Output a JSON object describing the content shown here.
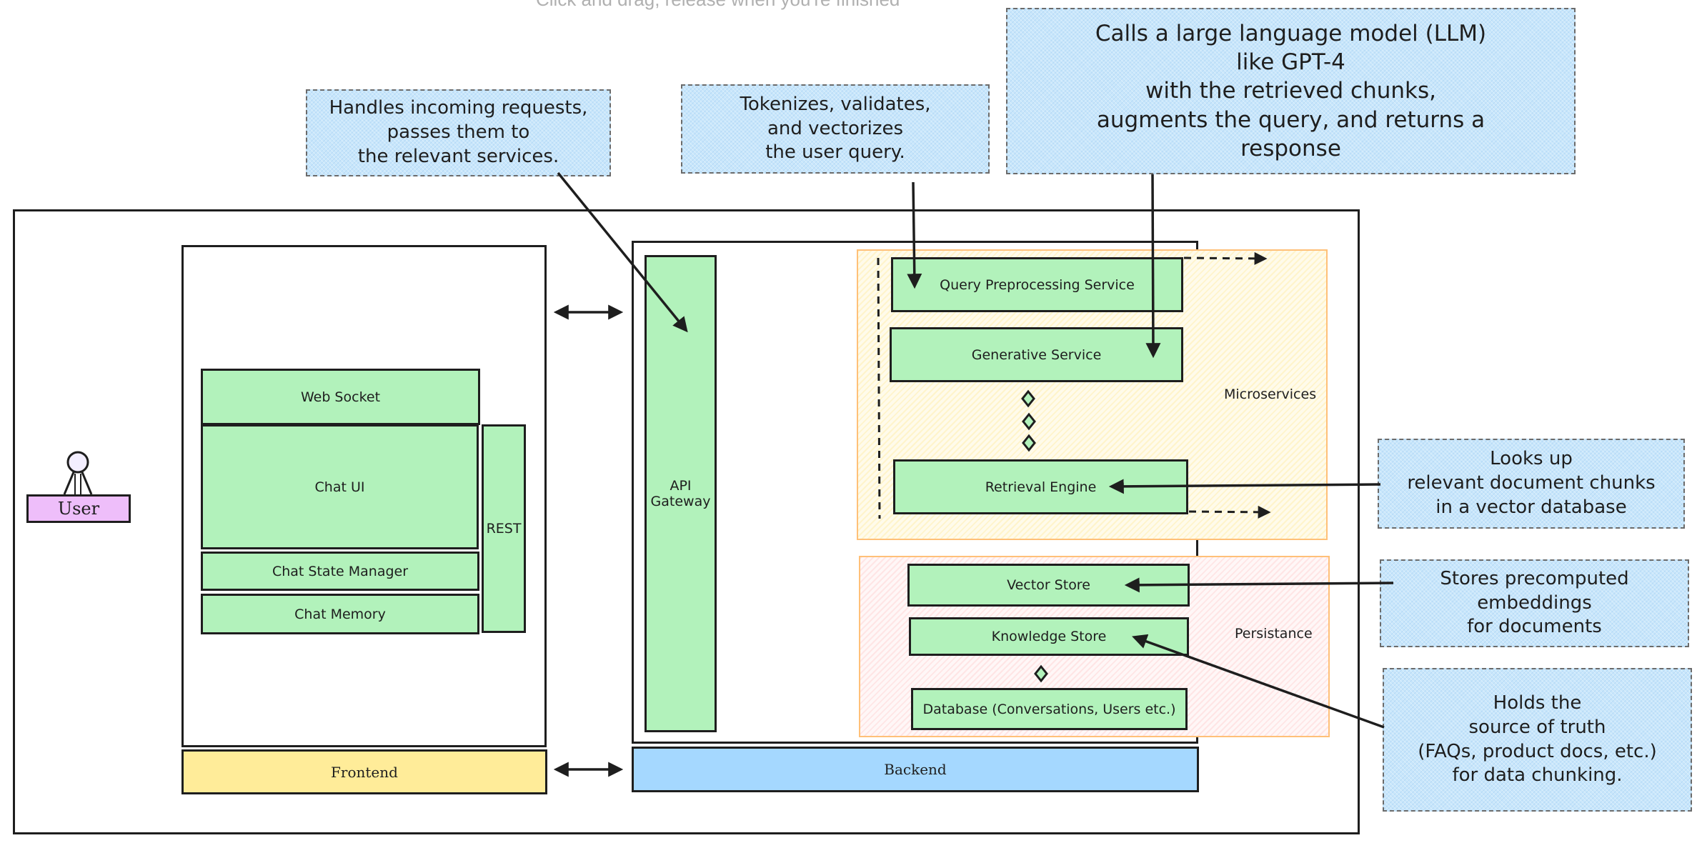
{
  "hint": "Click and drag, release when you're finished",
  "user": {
    "label": "User",
    "icon": "person-icon"
  },
  "frontend": {
    "label": "Frontend",
    "components": {
      "web_socket": "Web Socket",
      "chat_ui": "Chat UI",
      "chat_state_manager": "Chat State Manager",
      "chat_memory": "Chat Memory",
      "rest": "REST"
    }
  },
  "backend": {
    "label": "Backend",
    "api_gateway": "API\nGateway",
    "microservices": {
      "label": "Microservices",
      "services": {
        "query_preprocessing": "Query Preprocessing Service",
        "generative": "Generative Service",
        "retrieval": "Retrieval Engine"
      }
    },
    "persistence": {
      "label": "Persistance",
      "stores": {
        "vector_store": "Vector Store",
        "knowledge_store": "Knowledge Store",
        "database": "Database (Conversations, Users etc.)"
      }
    }
  },
  "notes": {
    "api_gateway": "Handles incoming requests,\npasses them to\nthe relevant services.",
    "query_preprocessing": "Tokenizes, validates,\nand vectorizes\nthe user query.",
    "generative": "Calls a large language model (LLM)\nlike GPT-4\nwith the retrieved chunks,\naugments the query, and returns a\nresponse",
    "retrieval": "Looks up\nrelevant document chunks\nin a vector database",
    "vector_store": "Stores precomputed\nembeddings\nfor documents",
    "knowledge_store": "Holds the\nsource of truth\n(FAQs, product docs, etc.)\nfor data chunking."
  },
  "colors": {
    "component_fill": "#b2f2bb",
    "frontend_fill": "#ffec99",
    "backend_fill": "#a5d8ff",
    "user_fill": "#eebefa",
    "note_fill": "#c8e6fb",
    "zone_border": "#ffc078",
    "stroke": "#1e1e1e"
  }
}
